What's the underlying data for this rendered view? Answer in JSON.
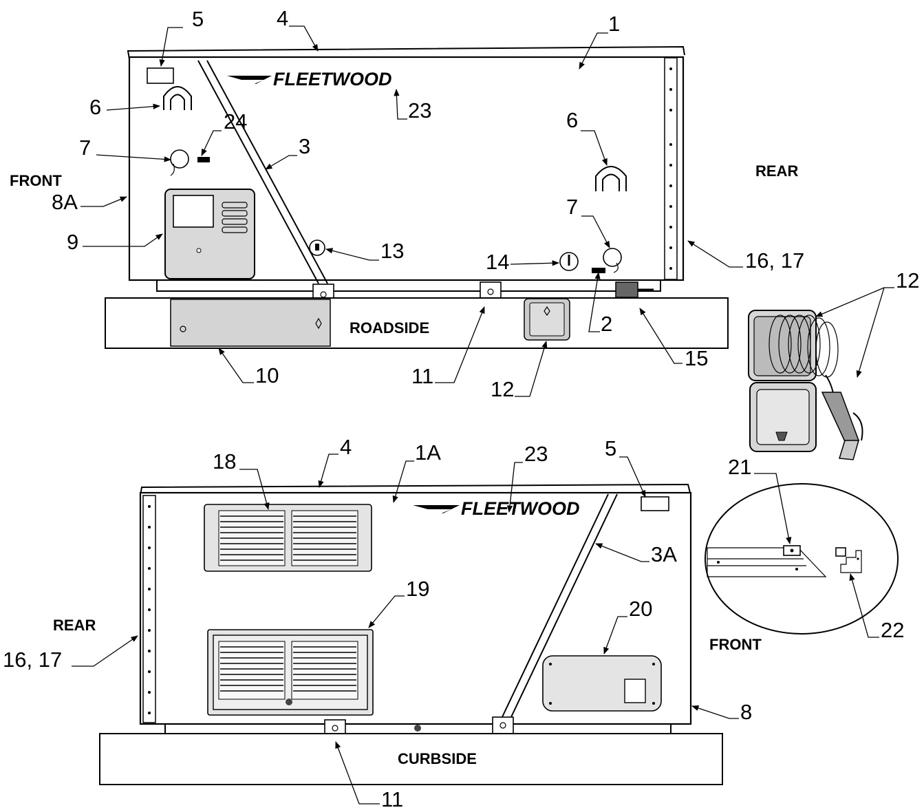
{
  "brand": {
    "top_logo_text": "FLEETWOOD",
    "bottom_logo_text": "FLEETWOOD"
  },
  "top_view": {
    "front_label": "FRONT",
    "rear_label": "REAR",
    "side_label": "ROADSIDE",
    "callouts": {
      "c1": "1",
      "c2": "2",
      "c3": "3",
      "c4": "4",
      "c5": "5",
      "c6a": "6",
      "c6b": "6",
      "c7a": "7",
      "c7b": "7",
      "c8a": "8A",
      "c9": "9",
      "c10": "10",
      "c11": "11",
      "c12": "12",
      "c13": "13",
      "c14": "14",
      "c15": "15",
      "c16_17": "16, 17",
      "c23": "23",
      "c24": "24"
    }
  },
  "detail_reel": {
    "callout": "12"
  },
  "bottom_view": {
    "rear_label": "REAR",
    "side_label": "CURBSIDE",
    "callouts": {
      "c1a": "1A",
      "c3a": "3A",
      "c4": "4",
      "c5": "5",
      "c8": "8",
      "c11": "11",
      "c16_17": "16, 17",
      "c18": "18",
      "c19": "19",
      "c20": "20",
      "c23": "23"
    }
  },
  "detail_mount": {
    "front_label": "FRONT",
    "callouts": {
      "c21": "21",
      "c22": "22"
    }
  }
}
